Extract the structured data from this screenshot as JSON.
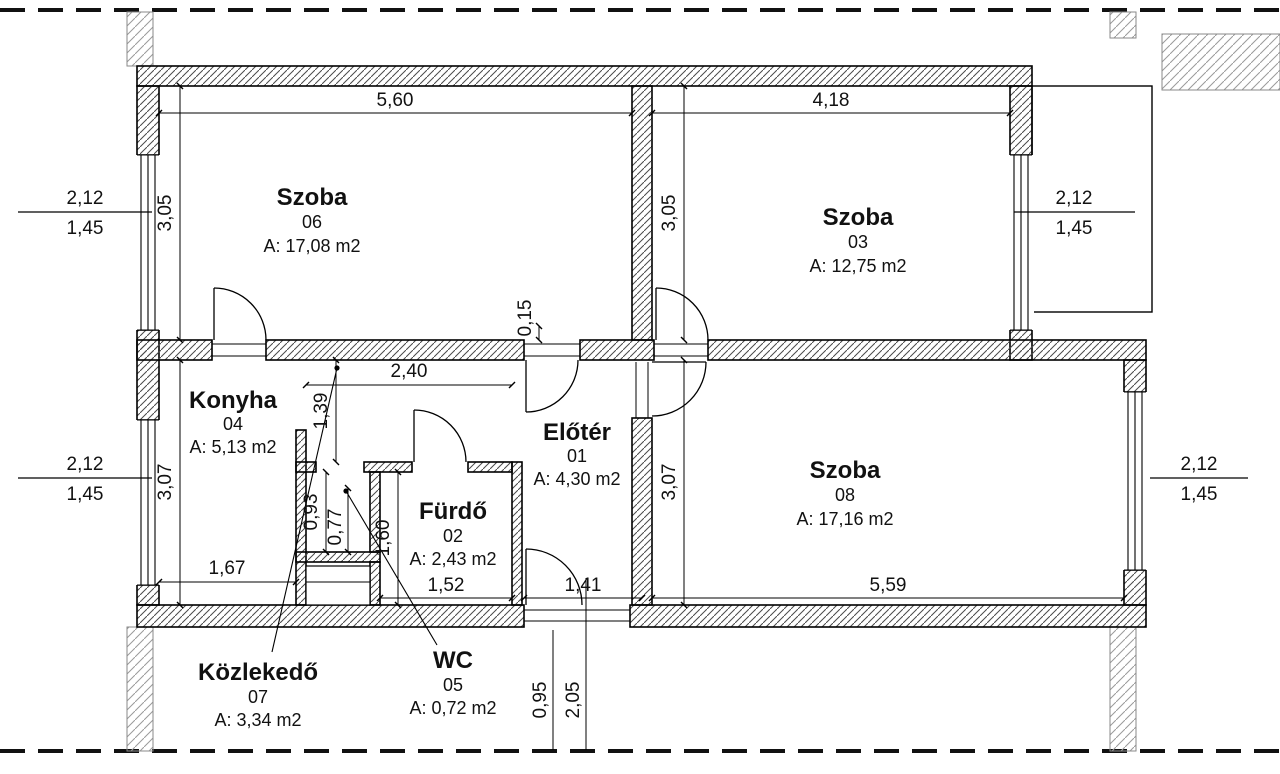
{
  "drawing": {
    "kind": "apartment-floor-plan"
  },
  "rooms": {
    "eloter": {
      "name": "Előtér",
      "number": "01",
      "area": "A: 4,30 m2"
    },
    "furdo": {
      "name": "Fürdő",
      "number": "02",
      "area": "A: 2,43 m2"
    },
    "szoba03": {
      "name": "Szoba",
      "number": "03",
      "area": "A: 12,75 m2"
    },
    "konyha": {
      "name": "Konyha",
      "number": "04",
      "area": "A: 5,13 m2"
    },
    "wc": {
      "name": "WC",
      "number": "05",
      "area": "A: 0,72 m2"
    },
    "szoba06": {
      "name": "Szoba",
      "number": "06",
      "area": "A: 17,08 m2"
    },
    "kozlekedo": {
      "name": "Közlekedő",
      "number": "07",
      "area": "A: 3,34 m2"
    },
    "szoba08": {
      "name": "Szoba",
      "number": "08",
      "area": "A: 17,16 m2"
    }
  },
  "dimensions": {
    "szoba06_width": "5,60",
    "szoba03_width": "4,18",
    "szoba06_height": "3,05",
    "szoba03_height": "3,05",
    "konyha_height": "3,07",
    "szoba08_height": "3,07",
    "wall_offset": "0,15",
    "corridor_width": "2,40",
    "corridor_length": "1,39",
    "wc_length": "0,93",
    "wc_width": "0,77",
    "furdo_length": "1,60",
    "konyha_width": "1,67",
    "furdo_width": "1,52",
    "entrance_width": "1,41",
    "szoba08_width": "5,59",
    "entrance_offset_a": "0,95",
    "entrance_offset_b": "2,05"
  },
  "windows": {
    "top_left": {
      "width": "2,12",
      "height": "1,45"
    },
    "top_right": {
      "width": "2,12",
      "height": "1,45"
    },
    "bottom_left": {
      "width": "2,12",
      "height": "1,45"
    },
    "bottom_right": {
      "width": "2,12",
      "height": "1,45"
    }
  },
  "colors": {
    "wall_outline": "#000000",
    "wall_hatch": "#4a4a4a",
    "context_hatch": "#999999",
    "background": "#ffffff",
    "text": "#111111"
  }
}
